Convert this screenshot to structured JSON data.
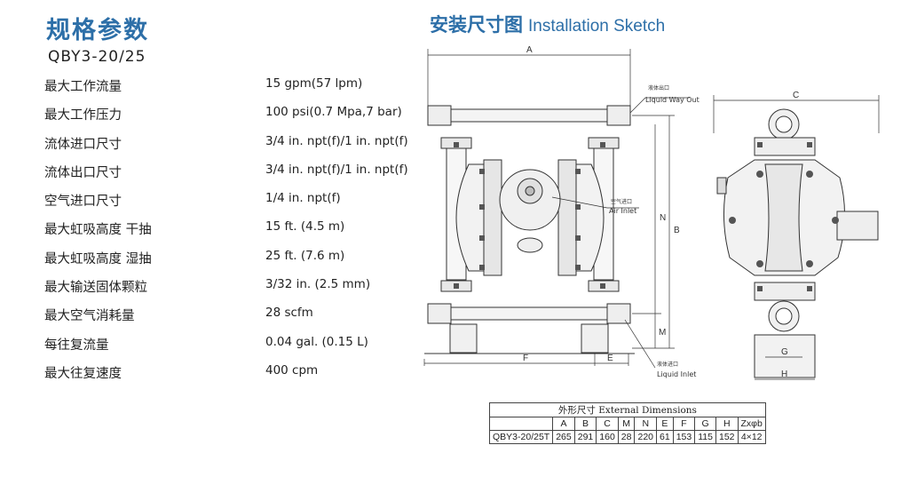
{
  "title_cn": "规格参数",
  "model": "QBY3-20/25",
  "specs": [
    {
      "label": "最大工作流量",
      "value": "15 gpm(57 lpm)"
    },
    {
      "label": "最大工作压力",
      "value": "100 psi(0.7 Mpa,7 bar)"
    },
    {
      "label": "流体进口尺寸",
      "value": "3/4 in. npt(f)/1 in. npt(f)"
    },
    {
      "label": "流体出口尺寸",
      "value": "3/4 in. npt(f)/1 in. npt(f)"
    },
    {
      "label": "空气进口尺寸",
      "value": "1/4 in.  npt(f)"
    },
    {
      "label": "最大虹吸高度   干抽",
      "value": "15 ft. (4.5 m)"
    },
    {
      "label": "最大虹吸高度  湿抽",
      "value": "25 ft. (7.6 m)"
    },
    {
      "label": "最大输送固体颗粒",
      "value": "3/32 in. (2.5 mm)"
    },
    {
      "label": "最大空气消耗量",
      "value": "28 scfm"
    },
    {
      "label": "每往复流量",
      "value": "0.04 gal. (0.15 L)"
    },
    {
      "label": "最大往复速度",
      "value": "400 cpm"
    }
  ],
  "sketch": {
    "title_cn": "安装尺寸图",
    "title_en": "Installation Sketch",
    "labels": {
      "A": "A",
      "B": "B",
      "C": "C",
      "N": "N",
      "M": "M",
      "E": "E",
      "F": "F",
      "G": "G",
      "H": "H",
      "outlet_cn": "液体出口",
      "outlet_en": "Liquid Way Out",
      "air_cn": "空气进口",
      "air_en": "Air Inlet",
      "inlet_cn": "液体进口",
      "inlet_en": "Liquid Inlet"
    }
  },
  "table": {
    "caption": "外形尺寸 External Dimensions",
    "headers": [
      "",
      "A",
      "B",
      "C",
      "M",
      "N",
      "E",
      "F",
      "G",
      "H",
      "Zxφb"
    ],
    "rows": [
      [
        "QBY3-20/25T",
        "265",
        "291",
        "160",
        "28",
        "220",
        "61",
        "153",
        "115",
        "152",
        "4×12"
      ]
    ]
  }
}
